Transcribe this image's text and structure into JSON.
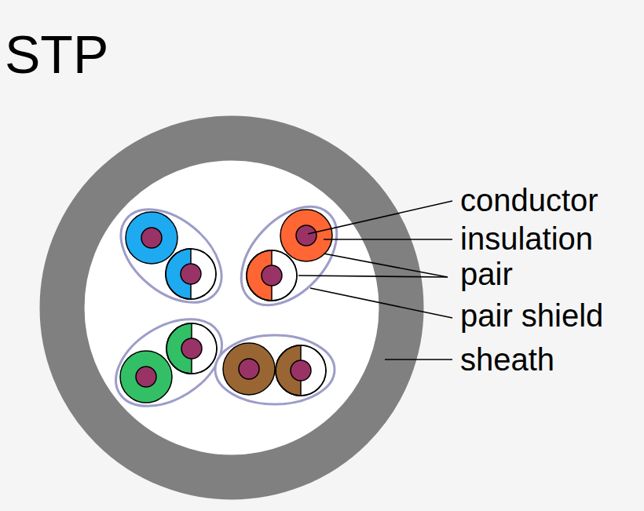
{
  "diagram": {
    "title": "STP",
    "labels": [
      "conductor",
      "insulation",
      "pair",
      "pair shield",
      "sheath"
    ]
  }
}
